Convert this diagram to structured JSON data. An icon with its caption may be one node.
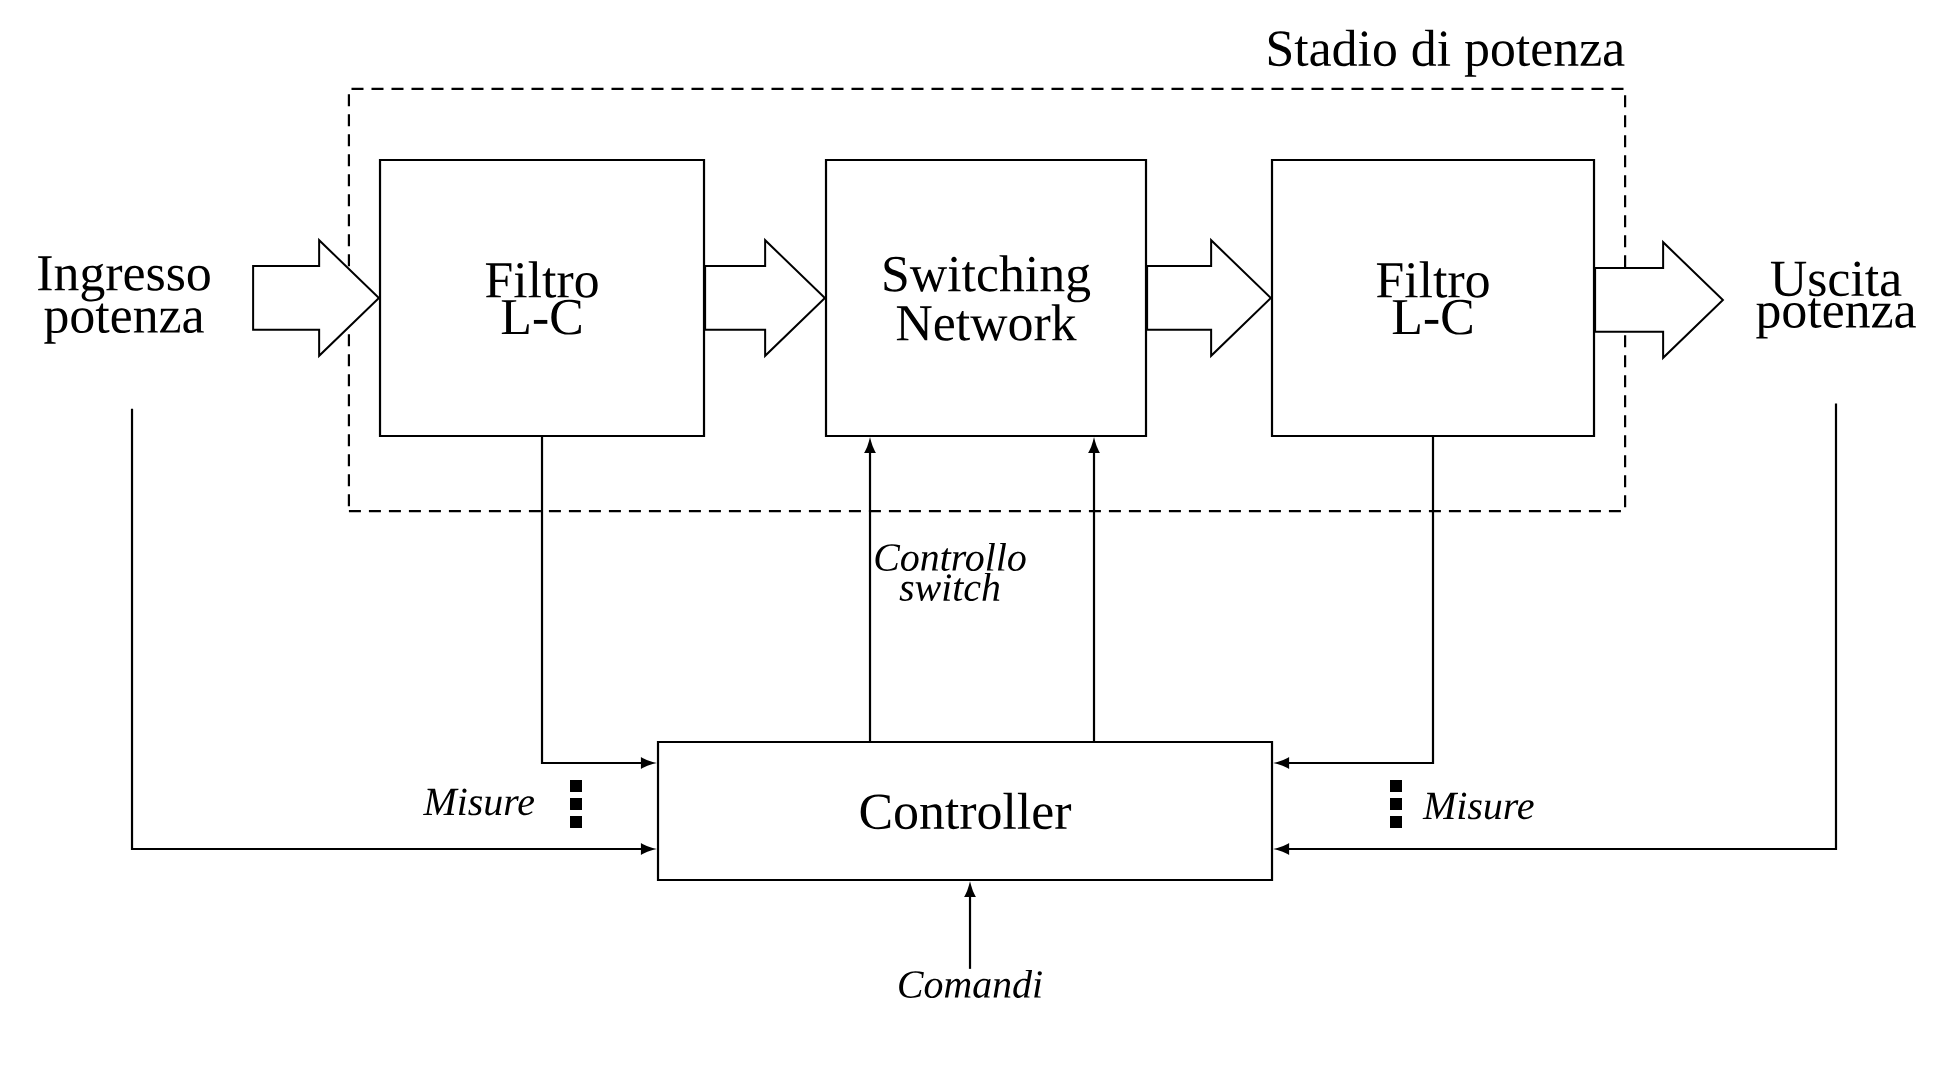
{
  "diagram": {
    "nodes": [
      {
        "text": [
          "Stadio di potenza"
        ]
      },
      {
        "text": [
          "Ingresso potenza"
        ]
      },
      {
        "text": [
          "Filtro L-C"
        ],
        "in": 0
      },
      {
        "text": [
          "Switching Network"
        ],
        "in": 0
      },
      {
        "text": [
          "Filtro L-C"
        ],
        "in": 0
      },
      {
        "text": [
          "Uscita potenza"
        ]
      },
      {
        "text": [
          "Controller"
        ]
      },
      {
        "text": [
          "Comandi"
        ]
      }
    ],
    "edges": [
      {
        "from": 1,
        "to": 2,
        "arrow": "to"
      },
      {
        "from": 2,
        "to": 3,
        "arrow": "to"
      },
      {
        "from": 3,
        "to": 4,
        "arrow": "to"
      },
      {
        "from": 4,
        "to": 5,
        "arrow": "to"
      },
      {
        "from": 6,
        "to": 3,
        "arrow": "to"
      },
      {
        "from": 6,
        "to": 3,
        "arrow": "to"
      },
      {
        "from": 2,
        "to": 6,
        "arrow": "to"
      },
      {
        "from": 1,
        "to": 6,
        "arrow": "to"
      },
      {
        "from": 4,
        "to": 6,
        "arrow": "to"
      },
      {
        "from": 5,
        "to": 6,
        "arrow": "to"
      },
      {
        "from": 7,
        "to": 6,
        "arrow": "to"
      }
    ],
    "labels": [
      "Controllo switch",
      "Misure",
      "Misure"
    ]
  }
}
